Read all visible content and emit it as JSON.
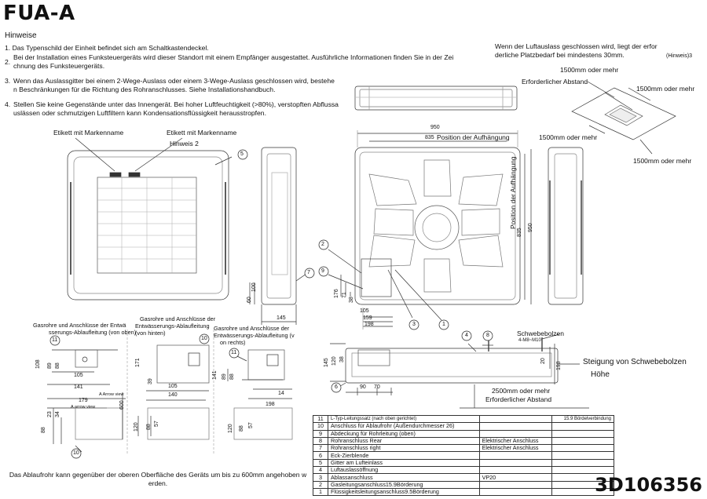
{
  "title": "FUA-A",
  "hinweise": "Hinweise",
  "notes": [
    {
      "num": "1.",
      "text": "Das Typenschild der Einheit befindet sich am Schaltkastendeckel."
    },
    {
      "num": "2.",
      "text1": "Bei der Installation eines Funksteuergeräts wird dieser Standort mit einem Empfänger ausgestattet. Ausführliche Informationen finden Sie in der Zei",
      "text2": "chnung des Funksteuergeräts."
    },
    {
      "num": "3.",
      "text1": "Wenn das Auslassgitter bei einem 2-Wege-Auslass oder einem 3-Wege-Auslass geschlossen wird, bestehe",
      "text2": "n Beschränkungen für die Richtung des Rohranschlusses. Siehe Installationshandbuch."
    },
    {
      "num": "4.",
      "text1": "Stellen Sie keine Gegenstände unter das Innengerät. Bei hoher Luftfeuchtigkeit (>80%), verstopften Abflussa",
      "text2": "uslässen oder schmutzigen Luftfiltern kann Kondensationsflüssigkeit herausstropfen."
    }
  ],
  "top_right_note": {
    "line1": "Wenn der Luftauslass geschlossen wird, liegt der erfor",
    "line2": "derliche Platzbedarf bei mindestens 30mm.",
    "ref": "(Hinweis)3"
  },
  "clearance": {
    "c1": "1500mm oder mehr",
    "c2": "1500mm oder mehr",
    "c3": "1500mm oder mehr",
    "c4": "1500mm oder mehr",
    "required": "Erforderlicher Abstand"
  },
  "front_view": {
    "label1": "Etikett mit Markenname",
    "label2": "Etikett mit Markenname",
    "hint": "Hinweis 2"
  },
  "plan_view": {
    "dim_950_top": "950",
    "dim_835_top": "835",
    "pos_hang_h": "Position der Aufhängung",
    "pos_hang_v": "Position der Aufhängung",
    "dim_835_side": "835",
    "dim_950_side": "950"
  },
  "piping_dims": {
    "d176": "176",
    "d71": "71",
    "d38": "38",
    "d105": "105",
    "d159": "159",
    "d198": "198",
    "d60": "60",
    "d100": "100",
    "d145": "145"
  },
  "piping_views": {
    "v1_title1": "Gasrohre und Anschlüsse der Entwä",
    "v1_title2": "sserungs-Ablaufleitung (von oben)",
    "v2_title1": "Gasrohre und Anschlüsse der",
    "v2_title2": "Entwässerungs-Ablaufleitung",
    "v2_title3": "(von hinten)",
    "v3_title1": "Gasrohre und Anschlüsse der",
    "v3_title2": "Entwässerungs-Ablaufleitung (v",
    "v3_title3": "on rechts)",
    "arrow_view": "A Arrow view",
    "arrow_view2": "A arrow view",
    "dims": {
      "a108": "108",
      "a89": "89",
      "a88": "88",
      "a105": "105",
      "a141": "141",
      "a179": "179",
      "a600": "600",
      "a23": "23",
      "a34": "34",
      "a88b": "88",
      "b171": "171",
      "b39": "39",
      "b105": "105",
      "b140": "140",
      "b120": "120",
      "b88": "88",
      "b57": "57",
      "c141": "141",
      "c89": "89",
      "c88": "88",
      "c14": "14",
      "c198": "198",
      "c120": "120",
      "c88b": "88",
      "c57": "57"
    }
  },
  "bottom_note": {
    "line1": "Das Ablaufrohr kann gegenüber der oberen Oberfläche des Geräts um bis zu 600mm angehoben w",
    "line2": "erden."
  },
  "side_section": {
    "bolt": "Schwebebolzen",
    "bolt_spec": "4-M8~M10",
    "d145": "145",
    "d120": "120",
    "d38": "38",
    "d20": "20",
    "d198": "198",
    "d90": "90",
    "d70": "70",
    "pitch": "Steigung von Schwebebolzen",
    "height": "Höhe",
    "min_clear": "2500mm oder mehr",
    "req": "Erforderlicher Abstand"
  },
  "parts": [
    {
      "n": "11",
      "name": "L-Typ-Leitungssatz (nach oben gerichtet)",
      "note": "",
      "extra": "15.9 Bördelverbindung"
    },
    {
      "n": "10",
      "name": "Anschluss für Ablaufrohr (Außendurchmesser 26)",
      "note": "",
      "extra": ""
    },
    {
      "n": "9",
      "name": "Abdeckung für Rohrleitung (oben)",
      "note": "",
      "extra": ""
    },
    {
      "n": "8",
      "name": "Rohranschluss Rear",
      "note": "Elektrischer Anschluss",
      "extra": ""
    },
    {
      "n": "7",
      "name": "Rohranschluss right",
      "note": "Elektrischer Anschluss",
      "extra": ""
    },
    {
      "n": "6",
      "name": "Eck-Zierblende",
      "note": "",
      "extra": ""
    },
    {
      "n": "5",
      "name": "Gitter am Lufteinlass",
      "note": "",
      "extra": ""
    },
    {
      "n": "4",
      "name": "Luftauslassöffnung",
      "note": "",
      "extra": ""
    },
    {
      "n": "3",
      "name": "Ablassanschluss",
      "note": "VP20",
      "extra": ""
    },
    {
      "n": "2",
      "name": "Gasleitungsanschluss15.9Börderung",
      "note": "",
      "extra": ""
    },
    {
      "n": "1",
      "name": "Flüssigkeitsleitungsanschluss9.5Börderung",
      "note": "",
      "extra": ""
    }
  ],
  "doc_id": "3D106356",
  "callouts": {
    "c1": "1",
    "c2": "2",
    "c3": "3",
    "c4": "4",
    "c5": "5",
    "c6": "6",
    "c7": "7",
    "c8": "8",
    "c9": "9",
    "c10a": "10",
    "c10b": "10",
    "c11a": "11",
    "c11b": "11"
  }
}
